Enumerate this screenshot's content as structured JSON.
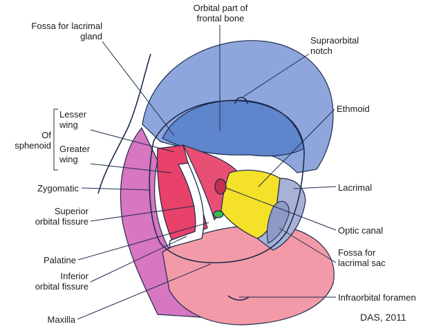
{
  "labels": {
    "orbital_part": "Orbital part of\nfrontal bone",
    "fossa_lacrimal_gland": "Fossa for lacrimal\ngland",
    "supraorbital_notch": "Supraorbital\nnotch",
    "ethmoid": "Ethmoid",
    "lesser_wing": "Lesser\nwing",
    "of_sphenoid": "Of\nsphenoid",
    "greater_wing": "Greater\nwing",
    "zygomatic": "Zygomatic",
    "lacrimal": "Lacrimal",
    "superior_orbital_fissure": "Superior\norbital fissure",
    "optic_canal": "Optic canal",
    "palatine": "Palatine",
    "fossa_lacrimal_sac": "Fossa for\nlacrimal sac",
    "inferior_orbital_fissure": "Inferior\norbital fissure",
    "infraorbital_foramen": "Infraorbital foramen",
    "maxilla": "Maxilla",
    "credit": "DAS, 2011"
  },
  "colors": {
    "frontal": "#8fa6dc",
    "frontal_dark": "#5f86cc",
    "sphenoid_greater": "#e8426a",
    "sphenoid_lesser": "#e94f74",
    "zygomatic": "#d776c1",
    "ethmoid": "#f5e02a",
    "lacrimal": "#a8b2d6",
    "maxilla": "#f39aa8",
    "palatine": "#3bbb4a",
    "outline": "#1b2a4a"
  }
}
